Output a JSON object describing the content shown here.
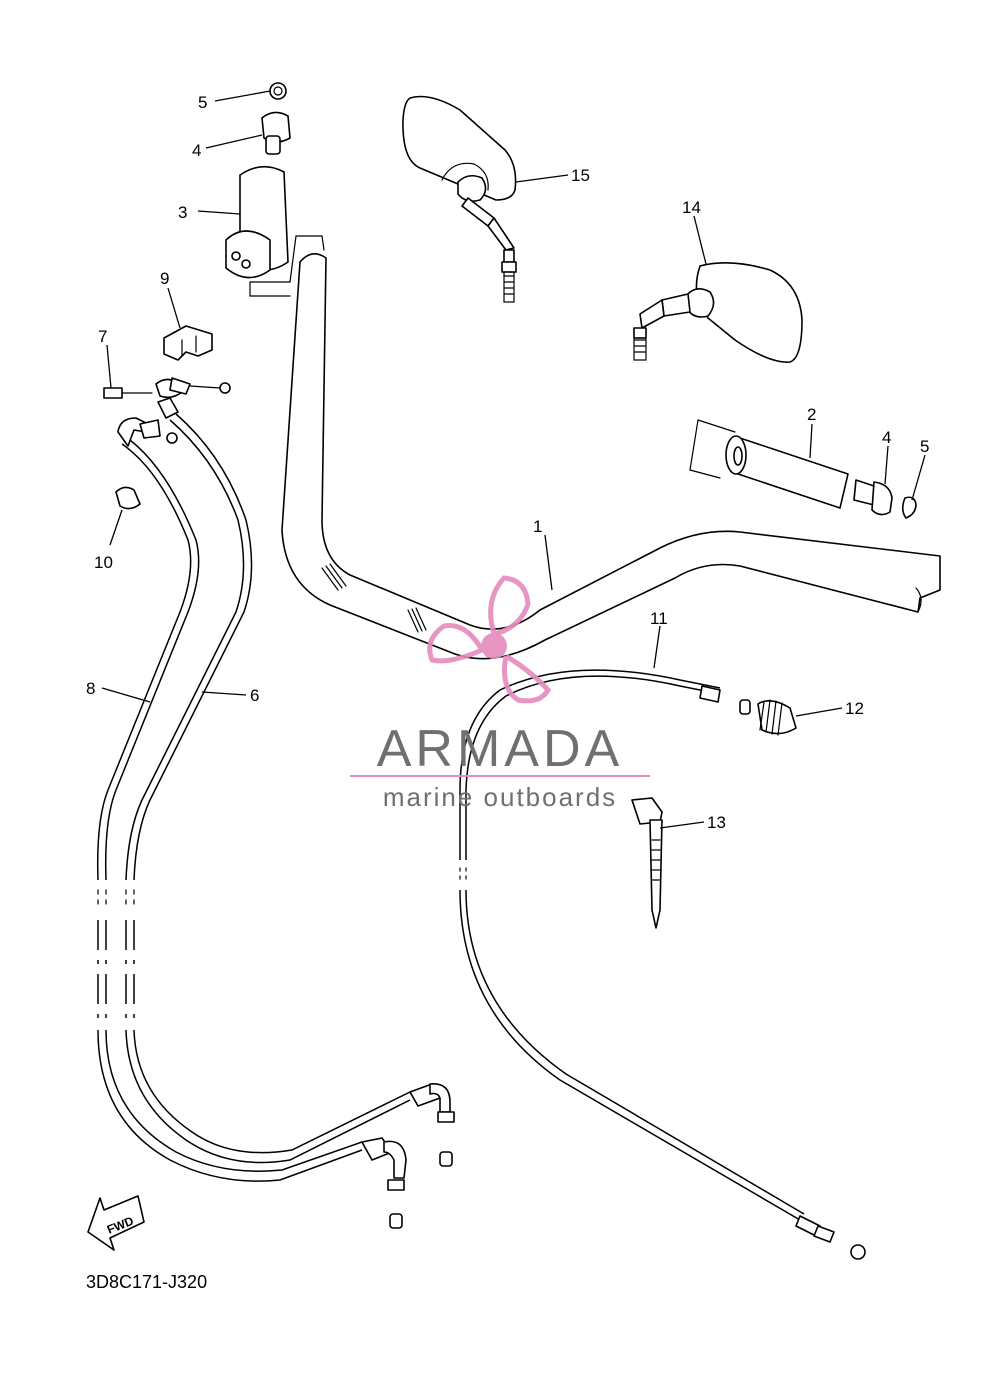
{
  "diagram_code": "3D8C171-J320",
  "fwd_label": "FWD",
  "watermark": {
    "brand": "ARMADA",
    "tagline": "marine outboards",
    "logo_icon": "propeller-icon",
    "color": "#e58bbd"
  },
  "callouts": [
    {
      "id": "1",
      "label": "1"
    },
    {
      "id": "2",
      "label": "2"
    },
    {
      "id": "3",
      "label": "3"
    },
    {
      "id": "4a",
      "label": "4"
    },
    {
      "id": "4b",
      "label": "4"
    },
    {
      "id": "5a",
      "label": "5"
    },
    {
      "id": "5b",
      "label": "5"
    },
    {
      "id": "6",
      "label": "6"
    },
    {
      "id": "7",
      "label": "7"
    },
    {
      "id": "8",
      "label": "8"
    },
    {
      "id": "9",
      "label": "9"
    },
    {
      "id": "10",
      "label": "10"
    },
    {
      "id": "11",
      "label": "11"
    },
    {
      "id": "12",
      "label": "12"
    },
    {
      "id": "13",
      "label": "13"
    },
    {
      "id": "14",
      "label": "14"
    },
    {
      "id": "15",
      "label": "15"
    }
  ]
}
